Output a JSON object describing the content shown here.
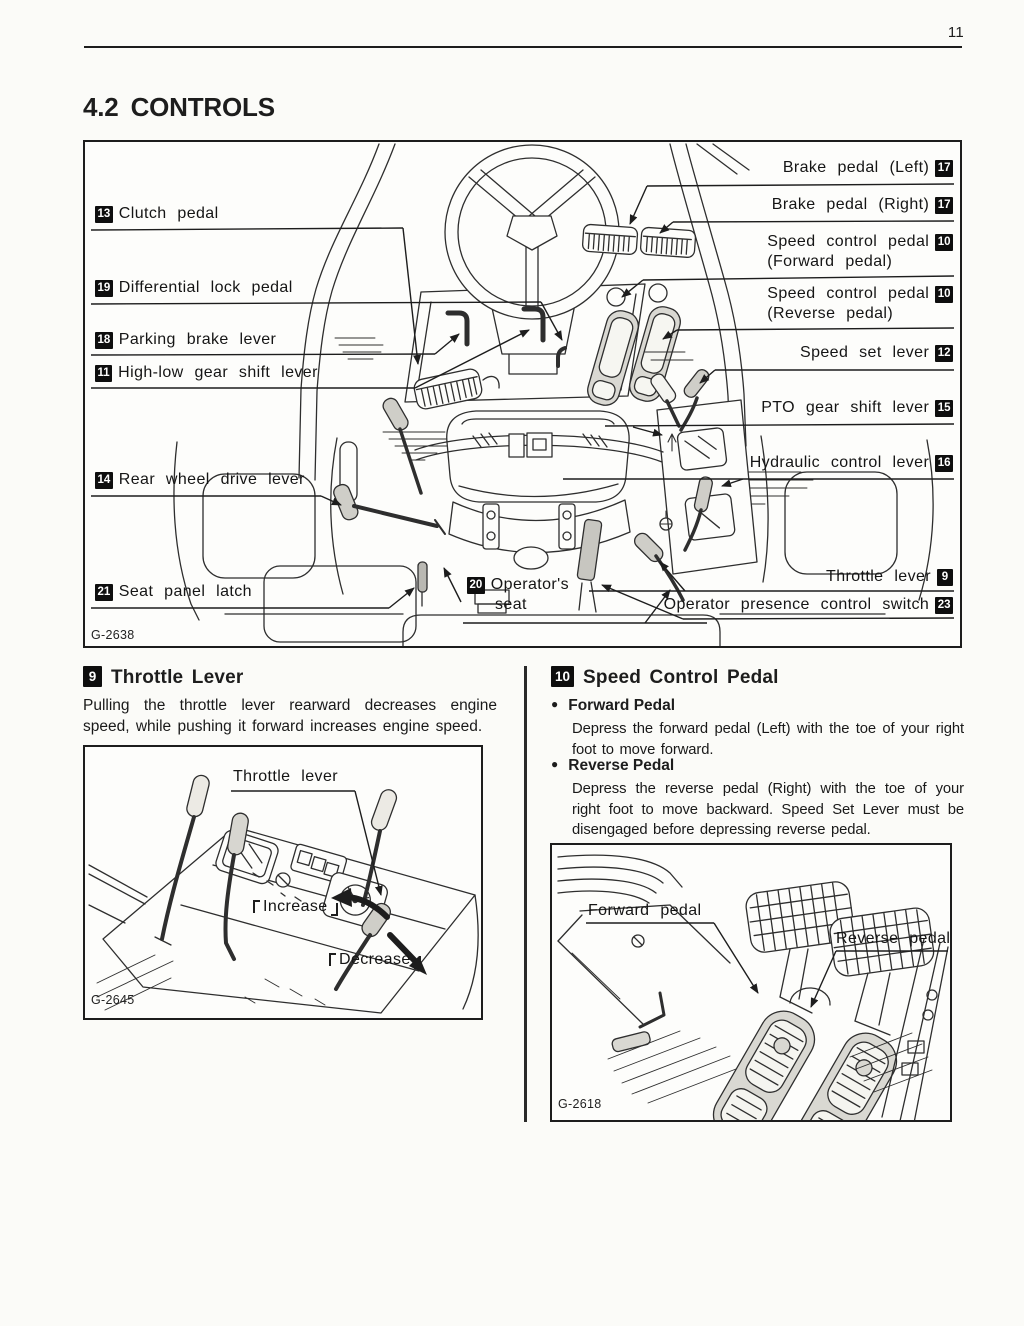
{
  "page": {
    "number": "11",
    "section_heading": "4.2 CONTROLS"
  },
  "colors": {
    "ink": "#1d1d1d",
    "paper": "#fbfbf8",
    "knob_gray": "#cfcec8",
    "pedal_gray": "#d9d8d2"
  },
  "main_figure": {
    "figure_id": "G-2638",
    "labels": {
      "clutch_pedal": {
        "num": "13",
        "text": "Clutch pedal"
      },
      "differential_lock_pedal": {
        "num": "19",
        "text": "Differential lock pedal"
      },
      "parking_brake_lever": {
        "num": "18",
        "text": "Parking brake lever"
      },
      "high_low_gear_shift_lever": {
        "num": "11",
        "text": "High-low gear shift lever"
      },
      "rear_wheel_drive_lever": {
        "num": "14",
        "text": "Rear wheel drive lever"
      },
      "seat_panel_latch": {
        "num": "21",
        "text": "Seat panel latch"
      },
      "brake_pedal_left": {
        "num": "17",
        "text": "Brake pedal (Left)"
      },
      "brake_pedal_right": {
        "num": "17",
        "text": "Brake pedal (Right)"
      },
      "speed_control_pedal_forward": {
        "num": "10",
        "text": "Speed control pedal",
        "sub": "(Forward pedal)"
      },
      "speed_control_pedal_reverse": {
        "num": "10",
        "text": "Speed control pedal",
        "sub": "(Reverse pedal)"
      },
      "speed_set_lever": {
        "num": "12",
        "text": "Speed set lever"
      },
      "pto_gear_shift_lever": {
        "num": "15",
        "text": "PTO gear shift lever"
      },
      "hydraulic_control_lever": {
        "num": "16",
        "text": "Hydraulic control lever"
      },
      "throttle_lever": {
        "num": "9",
        "text": "Throttle lever"
      },
      "operator_presence_control_switch": {
        "num": "23",
        "text": "Operator presence control switch"
      },
      "operators_seat": {
        "num": "20",
        "line1": "Operator's",
        "line2": "seat"
      }
    }
  },
  "throttle_section": {
    "num": "9",
    "title": "Throttle Lever",
    "body": "Pulling the throttle lever rearward decreases engine speed, while pushing it forward increases engine speed.",
    "figure": {
      "figure_id": "G-2645",
      "throttle_lever_label": "Throttle lever",
      "increase_label": "Increase",
      "decrease_label": "Decrease"
    }
  },
  "speed_control_section": {
    "num": "10",
    "title": "Speed Control Pedal",
    "bullet_glyph": "●",
    "bullets": [
      {
        "title": "Forward Pedal",
        "body": "Depress the forward pedal (Left) with the toe of your right foot to move forward."
      },
      {
        "title": "Reverse Pedal",
        "body": "Depress the reverse pedal (Right) with the toe of your right foot to move backward. Speed Set Lever must be disengaged before depressing reverse pedal."
      }
    ],
    "figure": {
      "figure_id": "G-2618",
      "forward_pedal_label": "Forward pedal",
      "reverse_pedal_label": "Reverse pedal"
    }
  }
}
